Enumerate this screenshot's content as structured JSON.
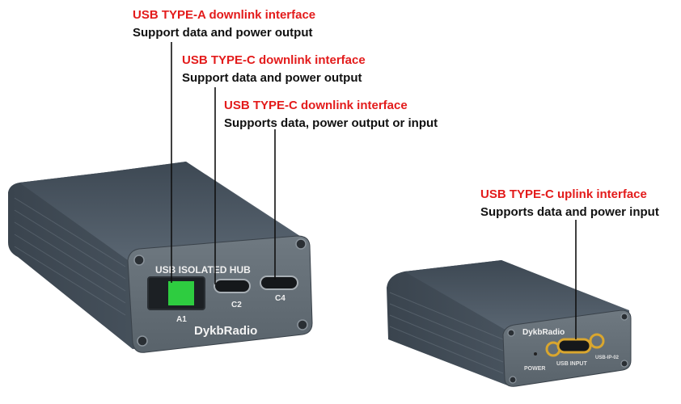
{
  "callouts": [
    {
      "title": "USB TYPE-A downlink interface",
      "desc": "Support data and power output"
    },
    {
      "title": "USB TYPE-C downlink interface",
      "desc": "Support data and power output"
    },
    {
      "title": "USB TYPE-C downlink interface",
      "desc": "Supports data, power output or input"
    },
    {
      "title": "USB TYPE-C uplink interface",
      "desc": "Supports data and power input"
    }
  ],
  "device_front": {
    "label_top": "USB ISOLATED HUB",
    "port_a1": "A1",
    "port_c2": "C2",
    "port_c4": "C4",
    "brand": "DykbRadio"
  },
  "device_back": {
    "brand": "DykbRadio",
    "power_label": "POWER",
    "input_label": "USB INPUT",
    "model_label": "USB-IP-02"
  },
  "colors": {
    "callout_title": "#e31b1b",
    "callout_desc": "#111111",
    "enclosure": "#4a5560",
    "led_green": "#2ecc40"
  }
}
